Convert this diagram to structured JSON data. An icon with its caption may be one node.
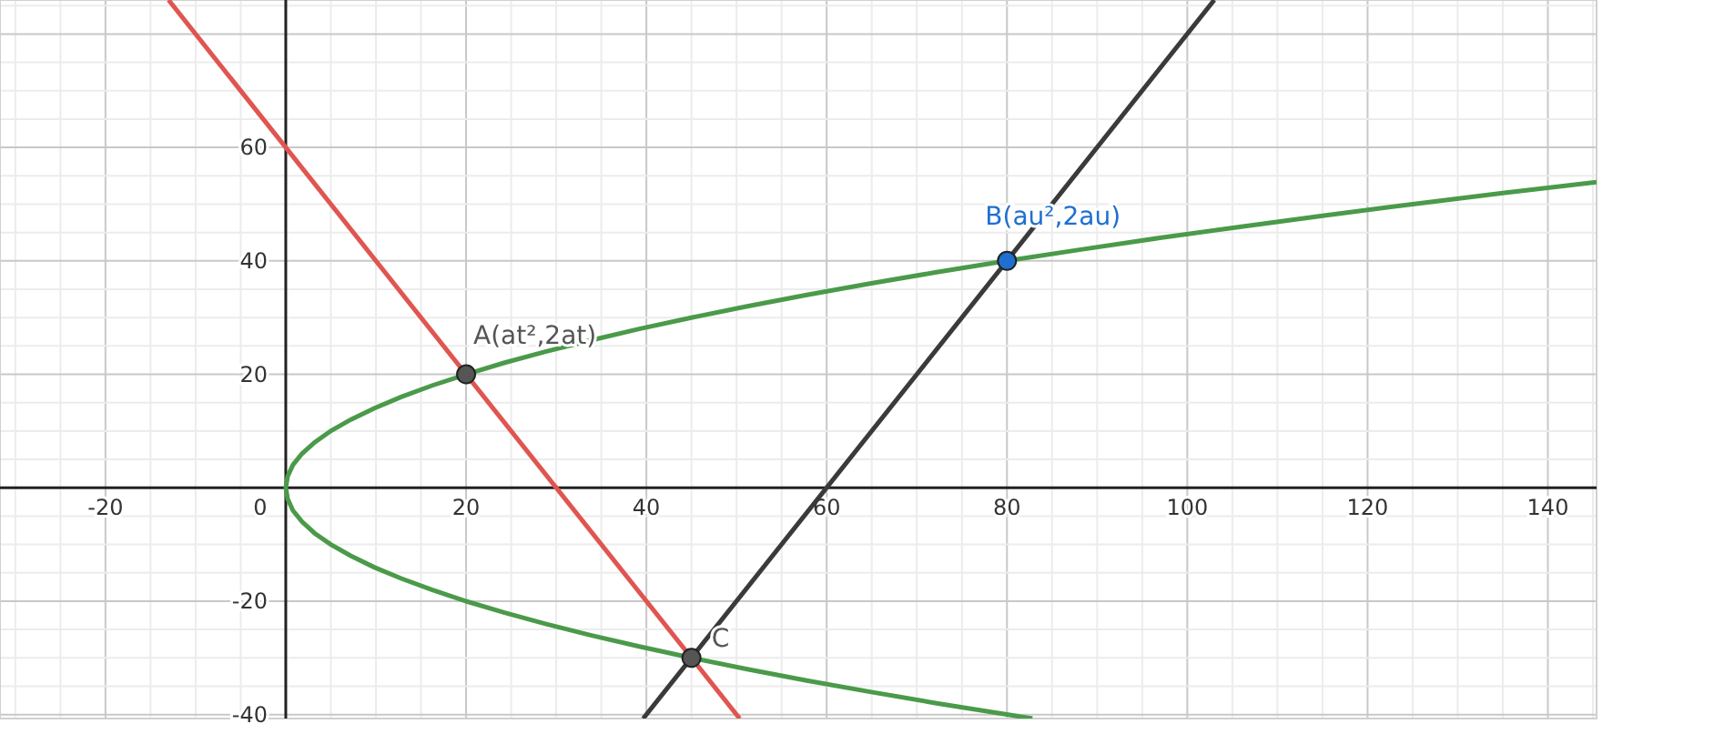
{
  "diagram": {
    "labels": [
      "0"
    ],
    "chart_data": {
      "type": "line",
      "xlim": [
        -31.7,
        145.4
      ],
      "ylim": [
        -40.7,
        86
      ],
      "xticks": [
        -20,
        20,
        40,
        60,
        80,
        100,
        120,
        140
      ],
      "yticks": [
        -40,
        -20,
        20,
        40,
        60
      ],
      "grid": true,
      "series": [
        {
          "color": "#4a9a4a",
          "x": [
            82.82,
            72.2,
            64.8,
            57.8,
            51.2,
            45,
            39.2,
            33.8,
            28.8,
            24.2,
            20,
            16.2,
            12.8,
            9.8,
            7.2,
            5,
            3.2,
            1.8,
            0.8,
            0.2,
            0,
            0.2,
            0.8,
            1.8,
            3.2,
            5,
            7.2,
            9.8,
            12.8,
            16.2,
            20,
            24.2,
            28.8,
            33.8,
            39.2,
            45,
            51.2,
            57.8,
            64.8,
            72.2,
            80,
            88.2,
            96.8,
            105.8,
            115.2,
            125,
            135.2,
            145.4
          ],
          "values": [
            -40.7,
            -38,
            -36,
            -34,
            -32,
            -30,
            -28,
            -26,
            -24,
            -22,
            -20,
            -18,
            -16,
            -14,
            -12,
            -10,
            -8,
            -6,
            -4,
            -2,
            0,
            2,
            4,
            6,
            8,
            10,
            12,
            14,
            16,
            18,
            20,
            22,
            24,
            26,
            28,
            30,
            32,
            34,
            36,
            38,
            40,
            42,
            44,
            46,
            48,
            50,
            52,
            53.9
          ]
        },
        {
          "color": "#e05550",
          "x": [
            -13,
            50.35
          ],
          "values": [
            86,
            -40.7
          ]
        },
        {
          "color": "#3a3a3a",
          "x": [
            39.65,
            103
          ],
          "values": [
            -40.7,
            86
          ]
        }
      ],
      "annotations": [
        {
          "text": "A(at²,2at)",
          "x": 20,
          "y": 20
        },
        {
          "text": "B(au²,2au)",
          "x": 80,
          "y": 40
        },
        {
          "text": "C",
          "x": 45,
          "y": -30
        }
      ]
    }
  }
}
